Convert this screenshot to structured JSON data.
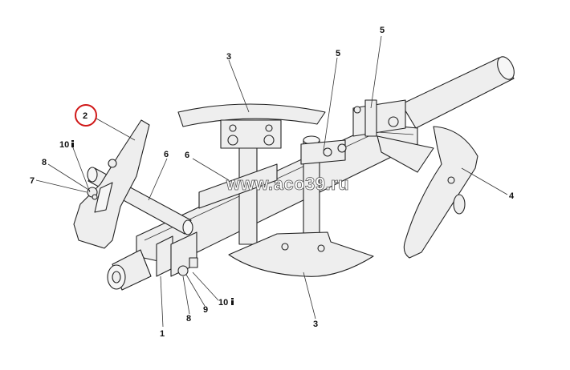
{
  "callouts": {
    "c2": "2",
    "c10_left": "10",
    "c8_left": "8",
    "c7": "7",
    "c6_left": "6",
    "c6_mid": "6",
    "c3_top": "3",
    "c5_mid": "5",
    "c5_top": "5",
    "c4": "4",
    "c1": "1",
    "c8_bottom": "8",
    "c9": "9",
    "c10_bottom": "10",
    "c3_bottom": "3"
  },
  "watermark": "www.aco39.ru",
  "colors": {
    "highlight": "#d01818",
    "line": "#222222",
    "fill": "#eeeeee"
  }
}
